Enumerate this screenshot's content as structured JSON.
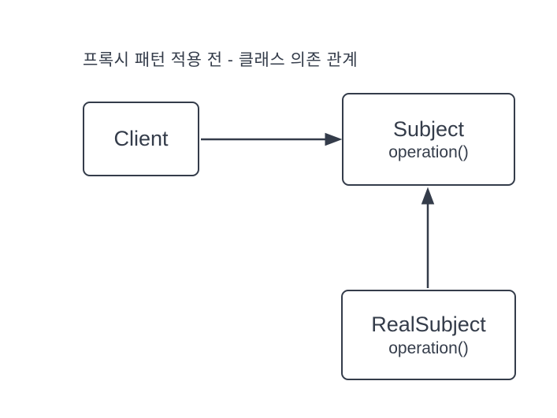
{
  "diagram": {
    "title": "프록시 패턴 적용 전 - 클래스 의존 관계",
    "colors": {
      "stroke": "#343C4A",
      "text": "#343C4A",
      "node_fill": "#FFFFFF",
      "background": "#FFFFFF"
    },
    "nodes": [
      {
        "id": "client",
        "label": "Client",
        "method": ""
      },
      {
        "id": "subject",
        "label": "Subject",
        "method": "operation()"
      },
      {
        "id": "realsubject",
        "label": "RealSubject",
        "method": "operation()"
      }
    ],
    "edges": [
      {
        "from": "client",
        "to": "subject",
        "style": "solid",
        "arrowhead": "filled-triangle"
      },
      {
        "from": "realsubject",
        "to": "subject",
        "style": "solid",
        "arrowhead": "filled-triangle"
      }
    ]
  }
}
